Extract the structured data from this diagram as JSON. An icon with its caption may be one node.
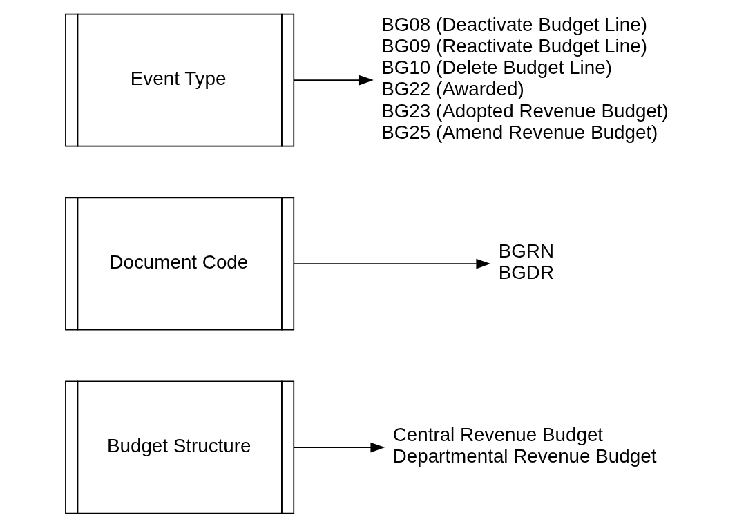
{
  "diagram": {
    "nodes": [
      {
        "text": [
          "Budget Structure"
        ]
      },
      {
        "text": [
          "Central Revenue Budget",
          "Departmental Revenue Budget"
        ]
      },
      {
        "text": [
          "Document Code"
        ]
      },
      {
        "text": [
          "BGRN",
          "BGDR"
        ]
      },
      {
        "text": [
          "Event Type"
        ]
      },
      {
        "text": [
          "BG08 (Deactivate Budget Line)",
          "BG09 (Reactivate Budget Line)",
          "BG10 (Delete Budget Line)",
          "BG22 (Awarded)",
          "BG23 (Adopted Revenue Budget)",
          "BG25 (Amend Revenue Budget)"
        ]
      }
    ],
    "edges": [
      {
        "from": 0,
        "to": 1,
        "arrow": "to"
      },
      {
        "from": 2,
        "to": 3,
        "arrow": "to"
      },
      {
        "from": 4,
        "to": 5,
        "arrow": "to"
      }
    ]
  }
}
